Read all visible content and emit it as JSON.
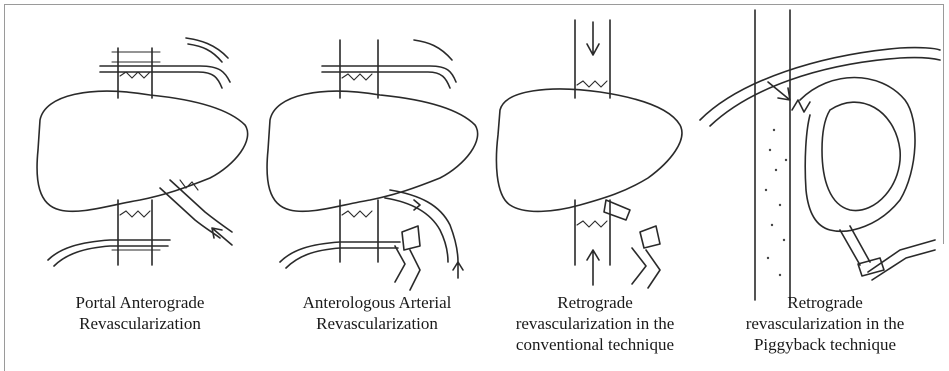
{
  "panels": [
    {
      "caption": [
        "Portal Anterograde",
        "Revascularization"
      ]
    },
    {
      "caption": [
        "Anterologous Arterial",
        "Revascularization"
      ]
    },
    {
      "caption": [
        "Retrograde",
        "revascularization in the",
        "conventional technique"
      ]
    },
    {
      "caption": [
        "Retrograde",
        "revascularization in the",
        "Piggyback technique"
      ]
    }
  ]
}
